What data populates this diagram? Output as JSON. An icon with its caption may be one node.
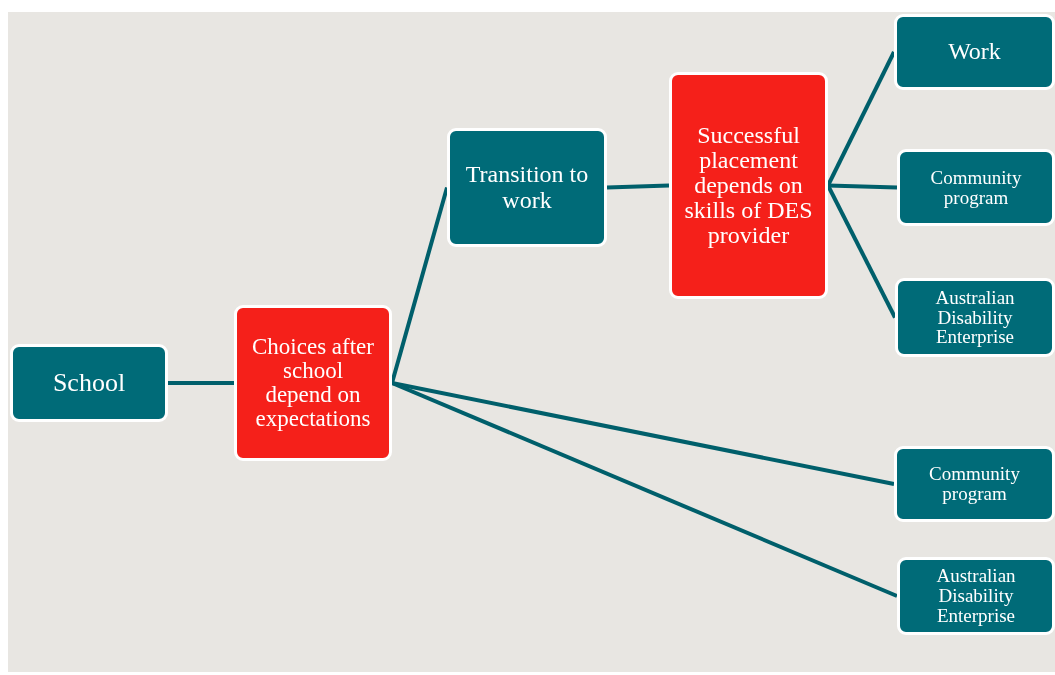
{
  "diagram": {
    "nodes": [
      {
        "text": [
          "School"
        ]
      },
      {
        "text": [
          "Choices after school depend on expectations"
        ]
      },
      {
        "text": [
          "Transition to work"
        ]
      },
      {
        "text": [
          "Successful placement depends on skills of DES provider"
        ]
      },
      {
        "text": [
          "Work"
        ]
      },
      {
        "text": [
          "Community program"
        ]
      },
      {
        "text": [
          "Australian Disability Enterprise"
        ]
      },
      {
        "text": [
          "Community program"
        ]
      },
      {
        "text": [
          "Australian Disability Enterprise"
        ]
      }
    ],
    "edges": [
      {
        "from": 0,
        "to": 1,
        "arrow": "none"
      },
      {
        "from": 1,
        "to": 2,
        "arrow": "none"
      },
      {
        "from": 2,
        "to": 3,
        "arrow": "none"
      },
      {
        "from": 3,
        "to": 4,
        "arrow": "none"
      },
      {
        "from": 3,
        "to": 5,
        "arrow": "none"
      },
      {
        "from": 3,
        "to": 6,
        "arrow": "none"
      },
      {
        "from": 1,
        "to": 7,
        "arrow": "none"
      },
      {
        "from": 1,
        "to": 8,
        "arrow": "none"
      }
    ]
  }
}
